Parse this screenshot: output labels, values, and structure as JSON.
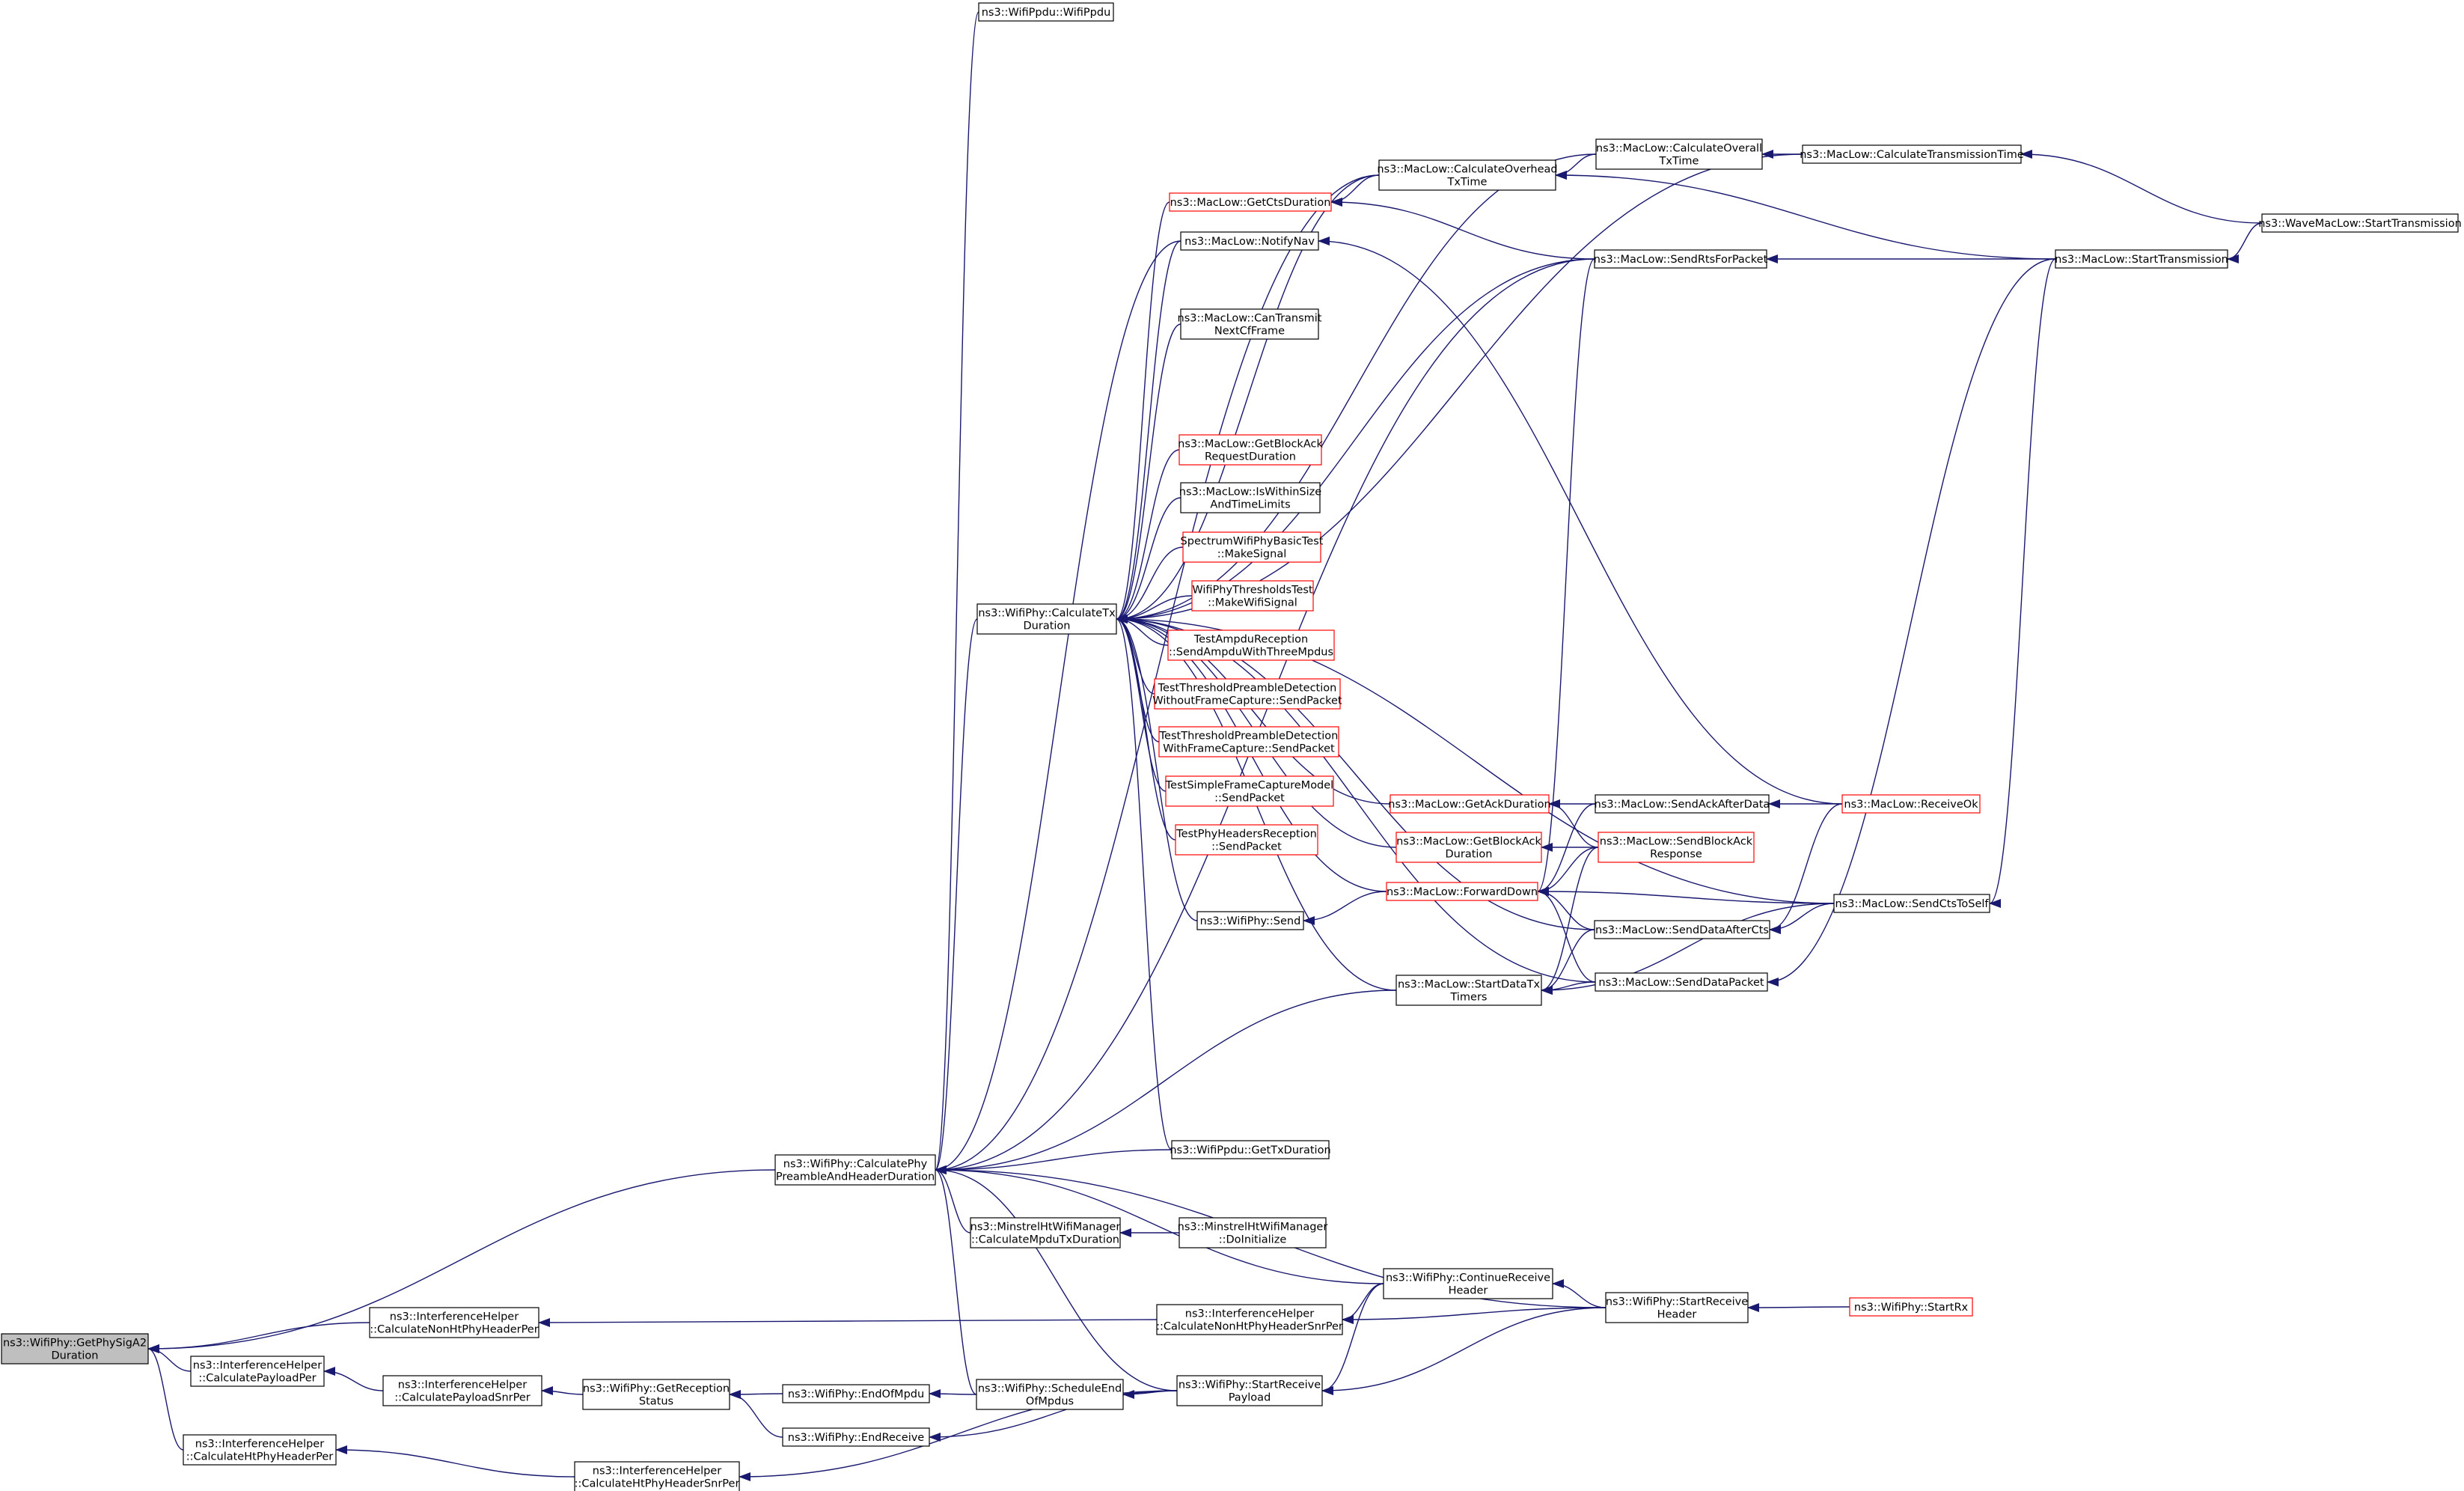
{
  "colors": {
    "edge": "#191970",
    "node_border_black": "#000000",
    "node_border_red": "#ff0000",
    "root_fill": "#bfbfbf",
    "node_fill": "#ffffff",
    "text": "#000000"
  },
  "graph": {
    "root": "n_getsiga2",
    "nodes": [
      {
        "id": "n_getsiga2",
        "lines": [
          "ns3::WifiPhy::GetPhySigA2",
          "Duration"
        ],
        "style": "root"
      },
      {
        "id": "n_calcpre",
        "lines": [
          "ns3::WifiPhy::CalculatePhy",
          "PreambleAndHeaderDuration"
        ],
        "style": "black"
      },
      {
        "id": "n_ih_nonht",
        "lines": [
          "ns3::InterferenceHelper",
          "::CalculateNonHtPhyHeaderPer"
        ],
        "style": "black"
      },
      {
        "id": "n_ih_payload",
        "lines": [
          "ns3::InterferenceHelper",
          "::CalculatePayloadPer"
        ],
        "style": "black"
      },
      {
        "id": "n_ih_ht",
        "lines": [
          "ns3::InterferenceHelper",
          "::CalculateHtPhyHeaderPer"
        ],
        "style": "black"
      },
      {
        "id": "n_ih_payloadsnr",
        "lines": [
          "ns3::InterferenceHelper",
          "::CalculatePayloadSnrPer"
        ],
        "style": "black"
      },
      {
        "id": "n_ih_htsnr",
        "lines": [
          "ns3::InterferenceHelper",
          "::CalculateHtPhyHeaderSnrPer"
        ],
        "style": "black"
      },
      {
        "id": "n_getrecstatus",
        "lines": [
          "ns3::WifiPhy::GetReception",
          "Status"
        ],
        "style": "black"
      },
      {
        "id": "n_endofmpdu",
        "lines": [
          "ns3::WifiPhy::EndOfMpdu"
        ],
        "style": "black"
      },
      {
        "id": "n_endreceive",
        "lines": [
          "ns3::WifiPhy::EndReceive"
        ],
        "style": "black"
      },
      {
        "id": "n_scheduleend",
        "lines": [
          "ns3::WifiPhy::ScheduleEnd",
          "OfMpdus"
        ],
        "style": "black"
      },
      {
        "id": "n_startrecpayload",
        "lines": [
          "ns3::WifiPhy::StartReceive",
          "Payload"
        ],
        "style": "black"
      },
      {
        "id": "n_ih_nonhtsnr",
        "lines": [
          "ns3::InterferenceHelper",
          "::CalculateNonHtPhyHeaderSnrPer"
        ],
        "style": "black"
      },
      {
        "id": "n_contrecheader",
        "lines": [
          "ns3::WifiPhy::ContinueReceive",
          "Header"
        ],
        "style": "black"
      },
      {
        "id": "n_startrecheader",
        "lines": [
          "ns3::WifiPhy::StartReceive",
          "Header"
        ],
        "style": "black"
      },
      {
        "id": "n_startrx",
        "lines": [
          "ns3::WifiPhy::StartRx"
        ],
        "style": "red"
      },
      {
        "id": "n_minstrel_calc",
        "lines": [
          "ns3::MinstrelHtWifiManager",
          "::CalculateMpduTxDuration"
        ],
        "style": "black"
      },
      {
        "id": "n_minstrel_init",
        "lines": [
          "ns3::MinstrelHtWifiManager",
          "::DoInitialize"
        ],
        "style": "black"
      },
      {
        "id": "n_ppdu_gettx",
        "lines": [
          "ns3::WifiPpdu::GetTxDuration"
        ],
        "style": "black"
      },
      {
        "id": "n_ppdu_ctor",
        "lines": [
          "ns3::WifiPpdu::WifiPpdu"
        ],
        "style": "black"
      },
      {
        "id": "n_calctx",
        "lines": [
          "ns3::WifiPhy::CalculateTx",
          "Duration"
        ],
        "style": "black"
      },
      {
        "id": "n_getcts",
        "lines": [
          "ns3::MacLow::GetCtsDuration"
        ],
        "style": "red"
      },
      {
        "id": "n_calcoverhead",
        "lines": [
          "ns3::MacLow::CalculateOverhead",
          "TxTime"
        ],
        "style": "black"
      },
      {
        "id": "n_calcoverall",
        "lines": [
          "ns3::MacLow::CalculateOverall",
          "TxTime"
        ],
        "style": "black"
      },
      {
        "id": "n_calctranstime",
        "lines": [
          "ns3::MacLow::CalculateTransmissionTime"
        ],
        "style": "black"
      },
      {
        "id": "n_wave_start",
        "lines": [
          "ns3::WaveMacLow::StartTransmission"
        ],
        "style": "black"
      },
      {
        "id": "n_notifynav",
        "lines": [
          "ns3::MacLow::NotifyNav"
        ],
        "style": "black"
      },
      {
        "id": "n_sendrts",
        "lines": [
          "ns3::MacLow::SendRtsForPacket"
        ],
        "style": "black"
      },
      {
        "id": "n_starttrans",
        "lines": [
          "ns3::MacLow::StartTransmission"
        ],
        "style": "black"
      },
      {
        "id": "n_cantransmit",
        "lines": [
          "ns3::MacLow::CanTransmit",
          "NextCfFrame"
        ],
        "style": "black"
      },
      {
        "id": "n_getblockackreq",
        "lines": [
          "ns3::MacLow::GetBlockAck",
          "RequestDuration"
        ],
        "style": "red"
      },
      {
        "id": "n_iswithin",
        "lines": [
          "ns3::MacLow::IsWithinSize",
          "AndTimeLimits"
        ],
        "style": "black"
      },
      {
        "id": "n_spectrum",
        "lines": [
          "SpectrumWifiPhyBasicTest",
          "::MakeSignal"
        ],
        "style": "red"
      },
      {
        "id": "n_thresholds",
        "lines": [
          "WifiPhyThresholdsTest",
          "::MakeWifiSignal"
        ],
        "style": "red"
      },
      {
        "id": "n_testampdu",
        "lines": [
          "TestAmpduReception",
          "::SendAmpduWithThreeMpdus"
        ],
        "style": "red"
      },
      {
        "id": "n_tpd_without",
        "lines": [
          "TestThresholdPreambleDetection",
          "WithoutFrameCapture::SendPacket"
        ],
        "style": "red"
      },
      {
        "id": "n_tpd_with",
        "lines": [
          "TestThresholdPreambleDetection",
          "WithFrameCapture::SendPacket"
        ],
        "style": "red"
      },
      {
        "id": "n_simplecap",
        "lines": [
          "TestSimpleFrameCaptureModel",
          "::SendPacket"
        ],
        "style": "red"
      },
      {
        "id": "n_phyheaders",
        "lines": [
          "TestPhyHeadersReception",
          "::SendPacket"
        ],
        "style": "red"
      },
      {
        "id": "n_getackdur",
        "lines": [
          "ns3::MacLow::GetAckDuration"
        ],
        "style": "red"
      },
      {
        "id": "n_sendackafter",
        "lines": [
          "ns3::MacLow::SendAckAfterData"
        ],
        "style": "black"
      },
      {
        "id": "n_receiveok",
        "lines": [
          "ns3::MacLow::ReceiveOk"
        ],
        "style": "red"
      },
      {
        "id": "n_getblockackdur",
        "lines": [
          "ns3::MacLow::GetBlockAck",
          "Duration"
        ],
        "style": "red"
      },
      {
        "id": "n_sendblockack",
        "lines": [
          "ns3::MacLow::SendBlockAck",
          "Response"
        ],
        "style": "red"
      },
      {
        "id": "n_forwarddown",
        "lines": [
          "ns3::MacLow::ForwardDown"
        ],
        "style": "red"
      },
      {
        "id": "n_wifiphysend",
        "lines": [
          "ns3::WifiPhy::Send"
        ],
        "style": "black"
      },
      {
        "id": "n_senddataaftercts",
        "lines": [
          "ns3::MacLow::SendDataAfterCts"
        ],
        "style": "black"
      },
      {
        "id": "n_sendcts",
        "lines": [
          "ns3::MacLow::SendCtsToSelf"
        ],
        "style": "black"
      },
      {
        "id": "n_startdatatx",
        "lines": [
          "ns3::MacLow::StartDataTx",
          "Timers"
        ],
        "style": "black"
      },
      {
        "id": "n_senddatapacket",
        "lines": [
          "ns3::MacLow::SendDataPacket"
        ],
        "style": "black"
      }
    ],
    "edges": [
      {
        "from": "n_calcpre",
        "to": "n_getsiga2"
      },
      {
        "from": "n_ih_nonht",
        "to": "n_getsiga2"
      },
      {
        "from": "n_ih_payload",
        "to": "n_getsiga2"
      },
      {
        "from": "n_ih_ht",
        "to": "n_getsiga2"
      },
      {
        "from": "n_ih_payloadsnr",
        "to": "n_ih_payload"
      },
      {
        "from": "n_getrecstatus",
        "to": "n_ih_payloadsnr"
      },
      {
        "from": "n_endofmpdu",
        "to": "n_getrecstatus"
      },
      {
        "from": "n_endreceive",
        "to": "n_getrecstatus"
      },
      {
        "from": "n_scheduleend",
        "to": "n_endofmpdu"
      },
      {
        "from": "n_startrecpayload",
        "to": "n_scheduleend"
      },
      {
        "from": "n_startrecpayload",
        "to": "n_endreceive"
      },
      {
        "from": "n_startrecpayload",
        "to": "n_ih_htsnr"
      },
      {
        "from": "n_ih_htsnr",
        "to": "n_ih_ht"
      },
      {
        "from": "n_ih_nonhtsnr",
        "to": "n_ih_nonht"
      },
      {
        "from": "n_contrecheader",
        "to": "n_ih_nonhtsnr"
      },
      {
        "from": "n_startrecheader",
        "to": "n_ih_nonhtsnr"
      },
      {
        "from": "n_startrecheader",
        "to": "n_contrecheader"
      },
      {
        "from": "n_contrecheader",
        "to": "n_startrecpayload"
      },
      {
        "from": "n_startrecheader",
        "to": "n_startrecpayload"
      },
      {
        "from": "n_startrx",
        "to": "n_startrecheader"
      },
      {
        "from": "n_minstrel_calc",
        "to": "n_calcpre"
      },
      {
        "from": "n_minstrel_init",
        "to": "n_minstrel_calc"
      },
      {
        "from": "n_ppdu_gettx",
        "to": "n_calcpre"
      },
      {
        "from": "n_scheduleend",
        "to": "n_calcpre"
      },
      {
        "from": "n_startrecpayload",
        "to": "n_calcpre"
      },
      {
        "from": "n_contrecheader",
        "to": "n_calcpre"
      },
      {
        "from": "n_startrecheader",
        "to": "n_calcpre"
      },
      {
        "from": "n_calctx",
        "to": "n_calcpre"
      },
      {
        "from": "n_ppdu_ctor",
        "to": "n_calcpre"
      },
      {
        "from": "n_startdatatx",
        "to": "n_calcpre"
      },
      {
        "from": "n_notifynav",
        "to": "n_calcpre"
      },
      {
        "from": "n_sendrts",
        "to": "n_calcpre"
      },
      {
        "from": "n_calcoverhead",
        "to": "n_calcpre"
      },
      {
        "from": "n_getcts",
        "to": "n_calctx"
      },
      {
        "from": "n_calcoverhead",
        "to": "n_calctx"
      },
      {
        "from": "n_calcoverall",
        "to": "n_calctx"
      },
      {
        "from": "n_calctranstime",
        "to": "n_calctx"
      },
      {
        "from": "n_notifynav",
        "to": "n_calctx"
      },
      {
        "from": "n_sendrts",
        "to": "n_calctx"
      },
      {
        "from": "n_cantransmit",
        "to": "n_calctx"
      },
      {
        "from": "n_getblockackreq",
        "to": "n_calctx"
      },
      {
        "from": "n_iswithin",
        "to": "n_calctx"
      },
      {
        "from": "n_spectrum",
        "to": "n_calctx"
      },
      {
        "from": "n_thresholds",
        "to": "n_calctx"
      },
      {
        "from": "n_testampdu",
        "to": "n_calctx"
      },
      {
        "from": "n_tpd_without",
        "to": "n_calctx"
      },
      {
        "from": "n_tpd_with",
        "to": "n_calctx"
      },
      {
        "from": "n_simplecap",
        "to": "n_calctx"
      },
      {
        "from": "n_phyheaders",
        "to": "n_calctx"
      },
      {
        "from": "n_getackdur",
        "to": "n_calctx"
      },
      {
        "from": "n_getblockackdur",
        "to": "n_calctx"
      },
      {
        "from": "n_forwarddown",
        "to": "n_calctx"
      },
      {
        "from": "n_wifiphysend",
        "to": "n_calctx"
      },
      {
        "from": "n_senddataaftercts",
        "to": "n_calctx"
      },
      {
        "from": "n_sendcts",
        "to": "n_calctx"
      },
      {
        "from": "n_startdatatx",
        "to": "n_calctx"
      },
      {
        "from": "n_senddatapacket",
        "to": "n_calctx"
      },
      {
        "from": "n_ppdu_gettx",
        "to": "n_calctx"
      },
      {
        "from": "n_calcoverhead",
        "to": "n_getcts"
      },
      {
        "from": "n_sendrts",
        "to": "n_getcts"
      },
      {
        "from": "n_calcoverall",
        "to": "n_calcoverhead"
      },
      {
        "from": "n_starttrans",
        "to": "n_calcoverhead"
      },
      {
        "from": "n_calctranstime",
        "to": "n_calcoverall"
      },
      {
        "from": "n_wave_start",
        "to": "n_calctranstime"
      },
      {
        "from": "n_starttrans",
        "to": "n_sendrts"
      },
      {
        "from": "n_wave_start",
        "to": "n_starttrans"
      },
      {
        "from": "n_receiveok",
        "to": "n_notifynav"
      },
      {
        "from": "n_sendackafter",
        "to": "n_getackdur"
      },
      {
        "from": "n_sendblockack",
        "to": "n_getackdur"
      },
      {
        "from": "n_sendblockack",
        "to": "n_getblockackdur"
      },
      {
        "from": "n_receiveok",
        "to": "n_sendackafter"
      },
      {
        "from": "n_sendrts",
        "to": "n_forwarddown"
      },
      {
        "from": "n_sendackafter",
        "to": "n_forwarddown"
      },
      {
        "from": "n_sendblockack",
        "to": "n_forwarddown"
      },
      {
        "from": "n_senddataaftercts",
        "to": "n_forwarddown"
      },
      {
        "from": "n_sendcts",
        "to": "n_forwarddown"
      },
      {
        "from": "n_senddatapacket",
        "to": "n_forwarddown"
      },
      {
        "from": "n_forwarddown",
        "to": "n_wifiphysend"
      },
      {
        "from": "n_sendcts",
        "to": "n_senddataaftercts"
      },
      {
        "from": "n_receiveok",
        "to": "n_senddataaftercts"
      },
      {
        "from": "n_starttrans",
        "to": "n_sendcts"
      },
      {
        "from": "n_senddataaftercts",
        "to": "n_startdatatx"
      },
      {
        "from": "n_senddatapacket",
        "to": "n_startdatatx"
      },
      {
        "from": "n_sendblockack",
        "to": "n_startdatatx"
      },
      {
        "from": "n_sendcts",
        "to": "n_startdatatx"
      },
      {
        "from": "n_starttrans",
        "to": "n_senddatapacket"
      }
    ]
  }
}
